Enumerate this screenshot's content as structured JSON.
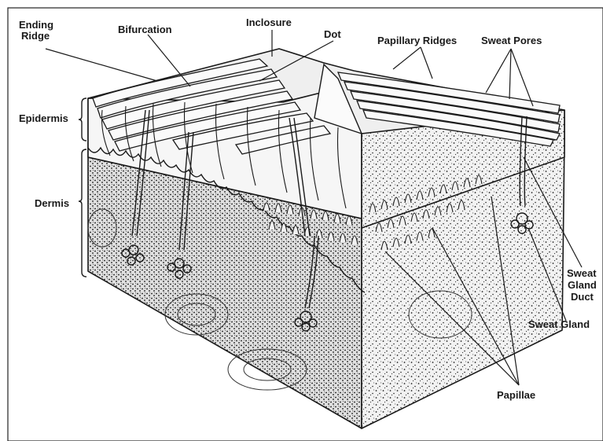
{
  "labels": {
    "ending_ridge_line1": "Ending",
    "ending_ridge_line2": "Ridge",
    "bifurcation": "Bifurcation",
    "inclosure": "Inclosure",
    "dot": "Dot",
    "papillary_ridges": "Papillary Ridges",
    "sweat_pores": "Sweat Pores",
    "epidermis": "Epidermis",
    "dermis": "Dermis",
    "sweat_gland_duct_line1": "Sweat",
    "sweat_gland_duct_line2": "Gland",
    "sweat_gland_duct_line3": "Duct",
    "sweat_gland": "Sweat Gland",
    "papillae": "Papillae"
  },
  "colors": {
    "ink": "#1a1a1a",
    "skin_fill": "#f4f4f4",
    "dermis_fill": "#e6e6e6",
    "background": "#ffffff"
  }
}
